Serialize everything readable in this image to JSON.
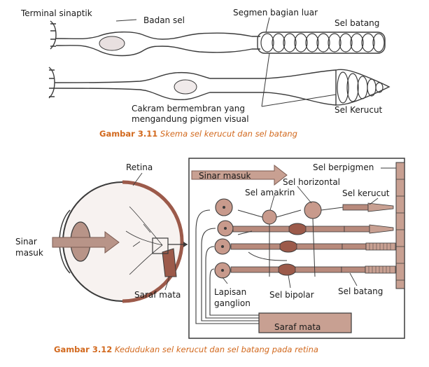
{
  "figure_311": {
    "labels": {
      "terminal": "Terminal sinaptik",
      "badan": "Badan sel",
      "segmen": "Segmen bagian luar",
      "batang": "Sel batang",
      "cakram_1": "Cakram bermembran yang",
      "cakram_2": "mengandung pigmen visual",
      "kerucut": "Sel Kerucut"
    },
    "caption_num": "Gambar 3.11",
    "caption_text": "Skema sel kerucut dan sel batang"
  },
  "figure_312": {
    "labels": {
      "retina": "Retina",
      "sinar_masuk_left_1": "Sinar",
      "sinar_masuk_left_2": "masuk",
      "saraf_mata": "Saraf mata",
      "sinar_masuk_box": "Sinar masuk",
      "berpigmen": "Sel berpigmen",
      "horizontal": "Sel horizontal",
      "amakrin": "Sel amakrin",
      "kerucut": "Sel kerucut",
      "lapisan_1": "Lapisan",
      "lapisan_2": "ganglion",
      "bipolar": "Sel bipolar",
      "batang": "Sel batang",
      "saraf_box": "Saraf mata"
    },
    "caption_num": "Gambar 3.12",
    "caption_text": "Kedudukan sel kerucut dan sel batang pada retina"
  },
  "colors": {
    "line": "#3a3a3a",
    "cell_fill": "#c89a8c",
    "cell_dark": "#9c5a4a",
    "caption": "#d2691e",
    "sinar_fill": "#b89488",
    "box_fill": "#c8a092"
  }
}
